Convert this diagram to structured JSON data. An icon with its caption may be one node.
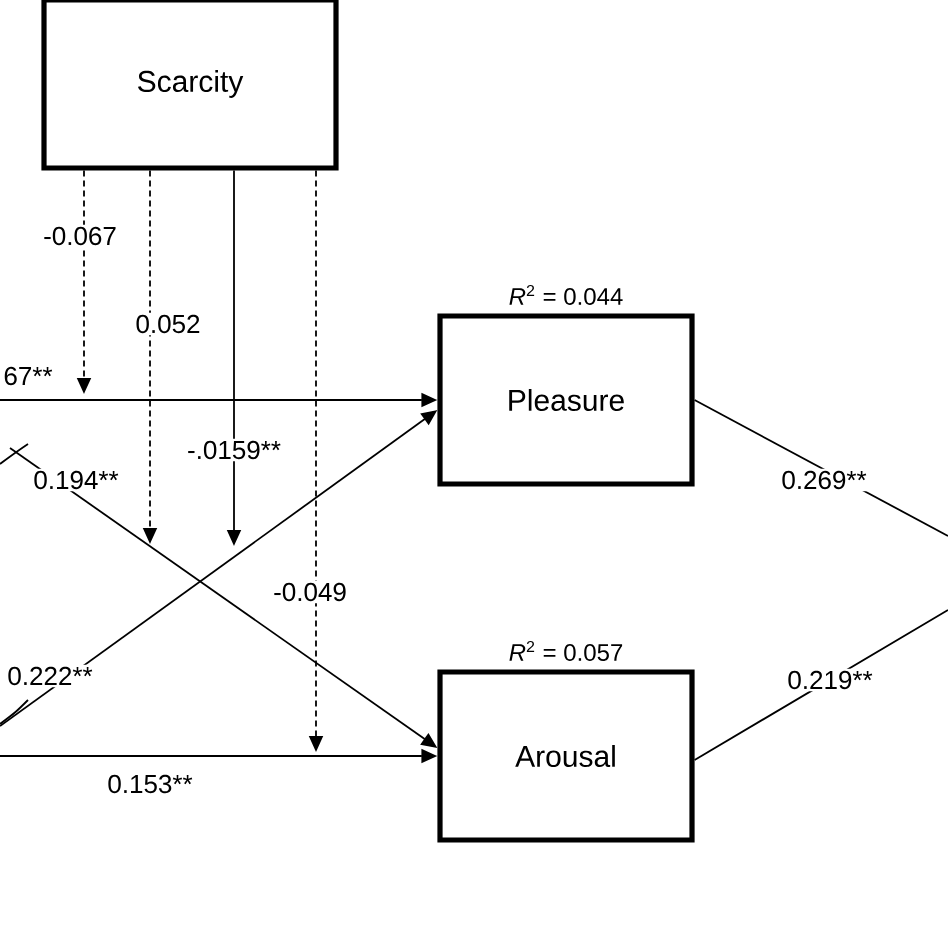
{
  "diagram": {
    "nodes": [
      {
        "text": [
          "Scarcity"
        ]
      },
      {
        "text": [
          "Pleasure"
        ],
        "beside": [
          "*R*$^{2}$ = 0.044"
        ]
      },
      {
        "text": [
          "Arousal"
        ],
        "beside": [
          "*R*$^{2}$ = 0.057"
        ]
      }
    ],
    "edges": [
      {
        "from": null,
        "to": 1,
        "arrow": "to",
        "label": "67**"
      },
      {
        "from": null,
        "to": 2,
        "arrow": "to",
        "label": "0.194**"
      },
      {
        "from": null,
        "to": 1,
        "arrow": "to",
        "label": "0.222**"
      },
      {
        "from": null,
        "to": 2,
        "arrow": "to",
        "label": "0.153**"
      },
      {
        "from": 1,
        "to": null,
        "arrow": "none",
        "label": "0.269**"
      },
      {
        "from": 2,
        "to": null,
        "arrow": "none",
        "label": "0.219**"
      },
      {
        "from": 0,
        "to": null,
        "arrow": "to",
        "style": "dashed",
        "label": "-0.067"
      },
      {
        "from": 0,
        "to": null,
        "arrow": "to",
        "style": "dashed",
        "label": "0.052"
      },
      {
        "from": 0,
        "to": null,
        "arrow": "to",
        "label": "-.0159**"
      },
      {
        "from": 0,
        "to": null,
        "arrow": "to",
        "style": "dashed",
        "label": "-0.049"
      }
    ]
  }
}
